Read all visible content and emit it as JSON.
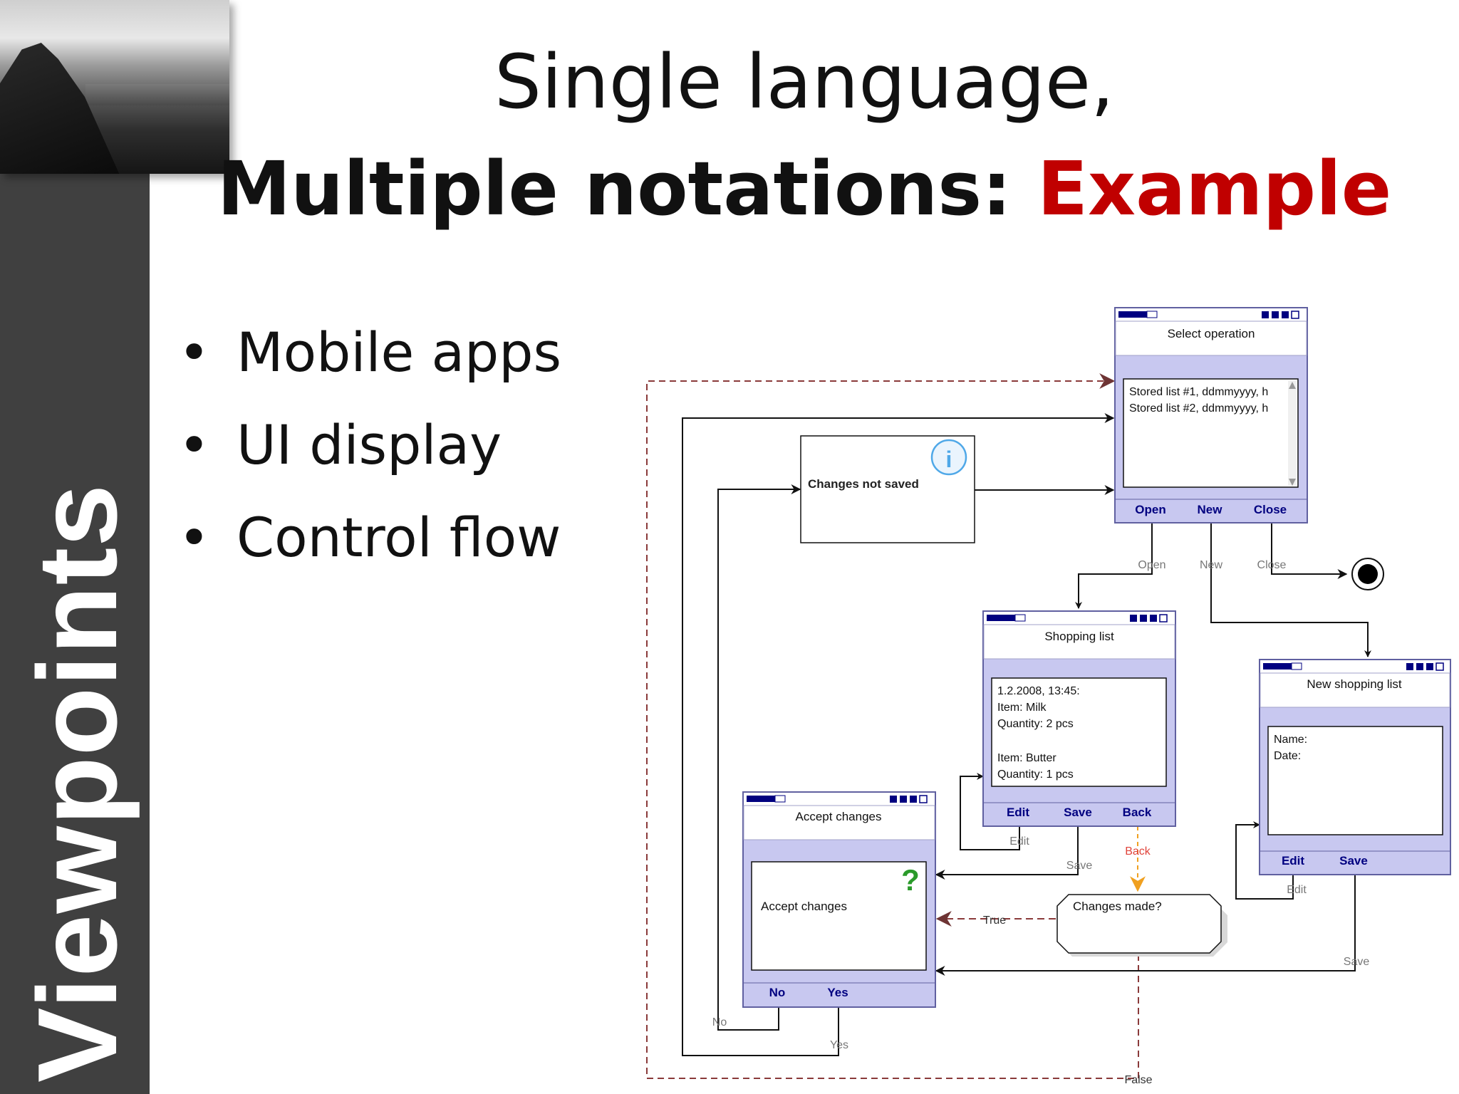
{
  "slide": {
    "sidebar_label": "Viewpoints",
    "title_line1": "Single language,",
    "title_line2_prefix": "Multiple notations: ",
    "title_line2_accent": "Example",
    "bullets": [
      "Mobile apps",
      "UI display",
      "Control flow"
    ]
  },
  "colors": {
    "accent": "#c00000",
    "sidebar": "#404040",
    "screen_blue": "#c8c8f0",
    "screen_navy": "#000080",
    "label_red": "#e0433a",
    "info_blue": "#4fa8e8",
    "question_green": "#2a9a2a"
  },
  "diagram": {
    "screens": {
      "select": {
        "title": "Select operation",
        "list": [
          "Stored list #1, ddmmyyyy, h",
          "Stored list #2, ddmmyyyy, h"
        ],
        "buttons": [
          "Open",
          "New",
          "Close"
        ]
      },
      "shopping": {
        "title": "Shopping list",
        "content": [
          "1.2.2008, 13:45:",
          "Item: Milk",
          "Quantity: 2 pcs",
          "",
          "Item: Butter",
          "Quantity: 1 pcs"
        ],
        "buttons": [
          "Edit",
          "Save",
          "Back"
        ]
      },
      "newlist": {
        "title": "New shopping list",
        "content": [
          "Name:",
          "Date:"
        ],
        "buttons": [
          "Edit",
          "Save"
        ]
      },
      "accept": {
        "title": "Accept changes",
        "content": "Accept changes",
        "buttons": [
          "No",
          "Yes"
        ]
      }
    },
    "info_box": {
      "text": "Changes not saved",
      "icon": "info-icon"
    },
    "decision": {
      "text": "Changes made?"
    },
    "edge_labels": {
      "open": "Open",
      "new": "New",
      "close": "Close",
      "edit1": "Edit",
      "save1": "Save",
      "back": "Back",
      "edit2": "Edit",
      "save2": "Save",
      "true": "True",
      "false": "False",
      "no": "No",
      "yes": "Yes"
    }
  }
}
